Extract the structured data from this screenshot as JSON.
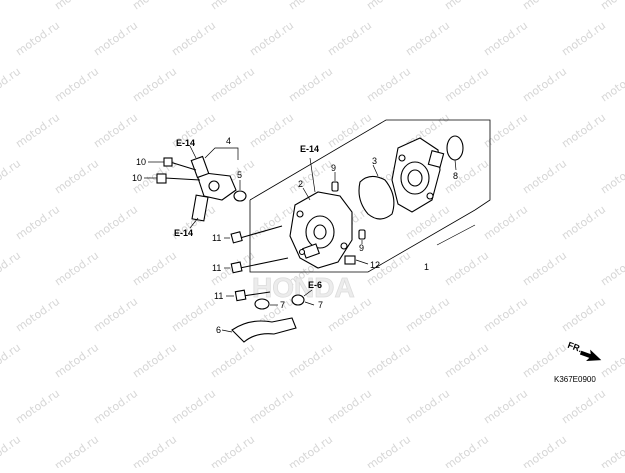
{
  "watermark": "motod.ru",
  "brand": "HONDA",
  "diagram_code": "K367E0900",
  "front_label": "FR.",
  "ref_labels": {
    "e14_top_left": "E-14",
    "e14_bottom_left": "E-14",
    "e14_center": "E-14",
    "e6": "E-6"
  },
  "callouts": {
    "c1": "1",
    "c2": "2",
    "c3": "3",
    "c4": "4",
    "c5": "5",
    "c6": "6",
    "c7a": "7",
    "c7b": "7",
    "c8": "8",
    "c9a": "9",
    "c9b": "9",
    "c10a": "10",
    "c10b": "10",
    "c11a": "11",
    "c11b": "11",
    "c11c": "11",
    "c12": "12"
  }
}
